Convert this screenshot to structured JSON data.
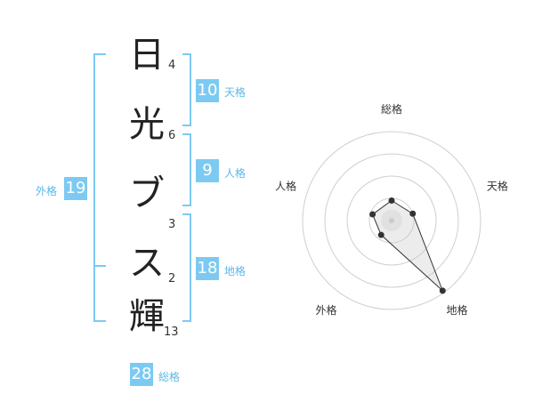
{
  "name_chars": [
    {
      "char": "日",
      "strokes": "4"
    },
    {
      "char": "光",
      "strokes": "6"
    },
    {
      "char": "ブ",
      "strokes": "3"
    },
    {
      "char": "ス",
      "strokes": "2"
    },
    {
      "char": "輝",
      "strokes": "13"
    }
  ],
  "kaku": {
    "tenkaku": {
      "value": "10",
      "label": "天格"
    },
    "jinkaku": {
      "value": "9",
      "label": "人格"
    },
    "chikaku": {
      "value": "18",
      "label": "地格"
    },
    "gaikaku": {
      "value": "19",
      "label": "外格"
    },
    "soukaku": {
      "value": "28",
      "label": "総格"
    }
  },
  "colors": {
    "accent": "#7ccaf2",
    "text": "#222222"
  },
  "chart_data": {
    "type": "radar",
    "axes": [
      "総格",
      "天格",
      "地格",
      "外格",
      "人格"
    ],
    "rings": 4,
    "max": 4,
    "values": [
      0.9,
      1.0,
      3.9,
      0.8,
      0.9
    ]
  }
}
